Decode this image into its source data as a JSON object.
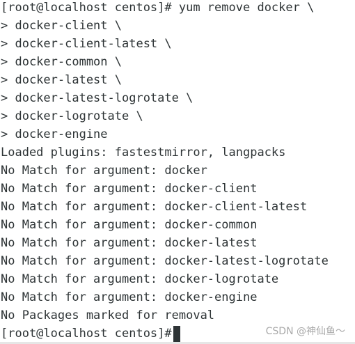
{
  "terminal": {
    "lines": [
      "[root@localhost centos]# yum remove docker \\",
      "> docker-client \\",
      "> docker-client-latest \\",
      "> docker-common \\",
      "> docker-latest \\",
      "> docker-latest-logrotate \\",
      "> docker-logrotate \\",
      "> docker-engine",
      "Loaded plugins: fastestmirror, langpacks",
      "No Match for argument: docker",
      "No Match for argument: docker-client",
      "No Match for argument: docker-client-latest",
      "No Match for argument: docker-common",
      "No Match for argument: docker-latest",
      "No Match for argument: docker-latest-logrotate",
      "No Match for argument: docker-logrotate",
      "No Match for argument: docker-engine",
      "No Packages marked for removal"
    ],
    "prompt": "[root@localhost centos]#"
  },
  "watermark": {
    "text": "CSDN @神仙鱼～"
  },
  "colors": {
    "background": "#ffffff",
    "text": "#2e3436",
    "cursor": "#2e3436",
    "watermark": "#a9a9a9"
  }
}
